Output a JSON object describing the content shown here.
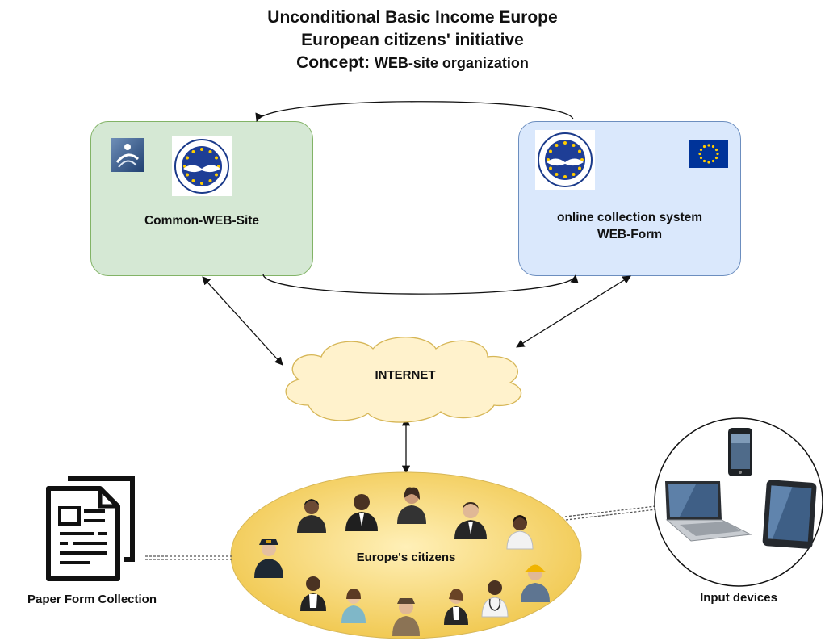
{
  "title": {
    "line1": "Unconditional Basic Income Europe",
    "line2": "European citizens' initiative",
    "line3_prefix": "Concept:",
    "line3_suffix": "WEB-site organization"
  },
  "nodes": {
    "common_site": {
      "label": "Common-WEB-Site"
    },
    "online_collection": {
      "line1": "online collection system",
      "line2": "WEB-Form"
    },
    "internet": {
      "label": "INTERNET"
    },
    "citizens": {
      "label": "Europe's citizens"
    },
    "paper_forms": {
      "label": "Paper Form Collection"
    },
    "input_devices": {
      "label": "Input devices"
    }
  },
  "colors": {
    "common_site_fill": "#d5e8d4",
    "common_site_stroke": "#82b366",
    "online_fill": "#dae8fc",
    "online_stroke": "#6c8ebf",
    "internet_fill": "#fff2cc",
    "internet_stroke": "#d6b656",
    "citizens_fill": "#f8e08e",
    "eu_flag_blue": "#003399",
    "eu_star_yellow": "#ffcc00"
  },
  "icons": [
    "ubi-europe-logo",
    "eci-logo",
    "eu-flag-icon",
    "document-icon",
    "smartphone-icon",
    "laptop-icon",
    "tablet-icon",
    "person-icon"
  ]
}
